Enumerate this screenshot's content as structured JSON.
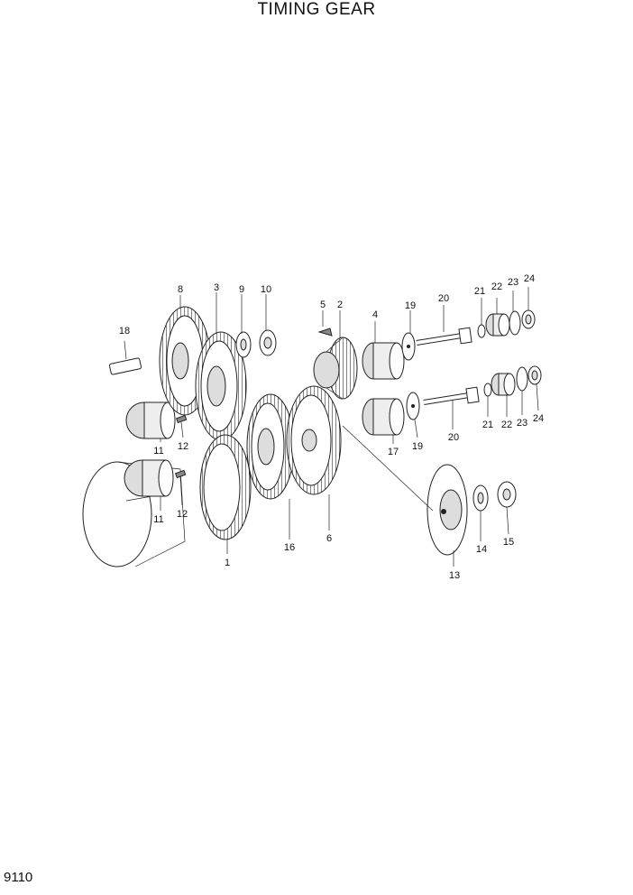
{
  "title": "TIMING GEAR",
  "page_number": "9110",
  "callouts": {
    "c1": "1",
    "c2": "2",
    "c3": "3",
    "c4": "4",
    "c5": "5",
    "c6": "6",
    "c8": "8",
    "c9": "9",
    "c10": "10",
    "c11a": "11",
    "c11b": "11",
    "c12a": "12",
    "c12b": "12",
    "c13": "13",
    "c14": "14",
    "c15": "15",
    "c16": "16",
    "c17": "17",
    "c18": "18",
    "c19a": "19",
    "c19b": "19",
    "c20a": "20",
    "c20b": "20",
    "c21a": "21",
    "c21b": "21",
    "c22a": "22",
    "c22b": "22",
    "c23a": "23",
    "c23b": "23",
    "c24a": "24",
    "c24b": "24"
  }
}
